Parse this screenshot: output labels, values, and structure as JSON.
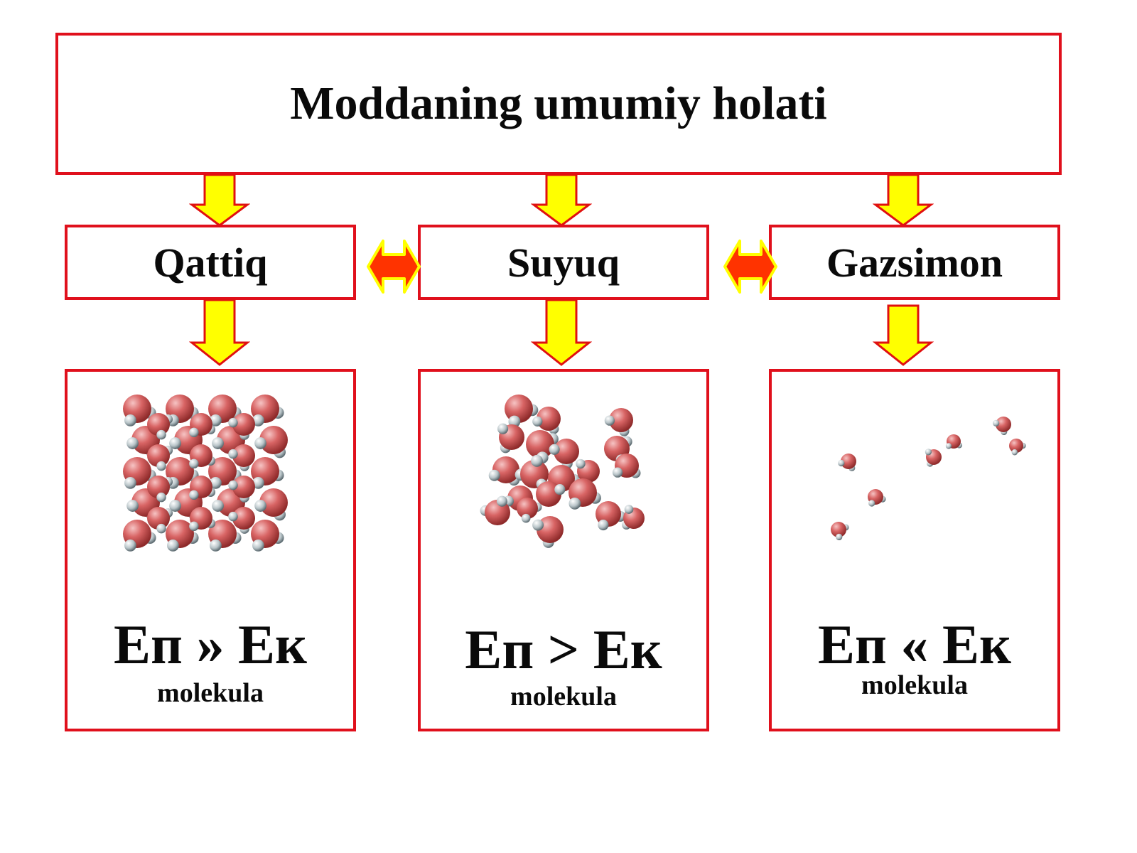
{
  "title": "Moddaning umumiy holati",
  "states": [
    {
      "name": "Qattiq",
      "formula": "Eп » Eк",
      "caption": "molekula",
      "image": "solid-molecules"
    },
    {
      "name": "Suyuq",
      "formula": "Eп > Eк",
      "caption": "molekula",
      "image": "liquid-molecules"
    },
    {
      "name": "Gazsimon",
      "formula": "Eп « Eк",
      "caption": "molekula",
      "image": "gas-molecules"
    }
  ],
  "colors": {
    "border": "#e0101c",
    "arrow_down": "#ffff00",
    "arrow_down_outline": "#e01010",
    "arrow_double": "#ff3300",
    "arrow_double_outline": "#ffff00",
    "molecule_oxygen": "#d05c5c",
    "molecule_hydrogen": "#c8d4d8"
  }
}
